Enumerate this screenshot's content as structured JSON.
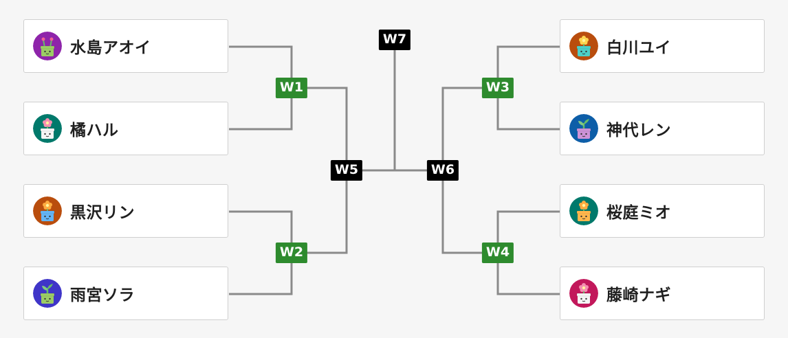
{
  "players": [
    {
      "name": "水島アオイ",
      "avatar_bg": "#8e24aa",
      "pot_color": "#9ccc65",
      "plant": "antenna"
    },
    {
      "name": "橘ハル",
      "avatar_bg": "#00796b",
      "pot_color": "#f5f5f5",
      "plant": "flower-pink"
    },
    {
      "name": "黒沢リン",
      "avatar_bg": "#b94d0d",
      "pot_color": "#64b5f6",
      "plant": "flower-orange"
    },
    {
      "name": "雨宮ソラ",
      "avatar_bg": "#3f35c8",
      "pot_color": "#9ccc65",
      "plant": "sprout"
    },
    {
      "name": "白川ユイ",
      "avatar_bg": "#b94d0d",
      "pot_color": "#4dd0c8",
      "plant": "flower-yellow"
    },
    {
      "name": "神代レン",
      "avatar_bg": "#0d5ea8",
      "pot_color": "#ce93d8",
      "plant": "sprout"
    },
    {
      "name": "桜庭ミオ",
      "avatar_bg": "#00796b",
      "pot_color": "#ffb74d",
      "plant": "flower-orange"
    },
    {
      "name": "藤崎ナギ",
      "avatar_bg": "#c2185b",
      "pot_color": "#f5f5f5",
      "plant": "flower-pink"
    }
  ],
  "matches": [
    {
      "label": "W1",
      "style": "green"
    },
    {
      "label": "W2",
      "style": "green"
    },
    {
      "label": "W3",
      "style": "green"
    },
    {
      "label": "W4",
      "style": "green"
    },
    {
      "label": "W5",
      "style": "black"
    },
    {
      "label": "W6",
      "style": "black"
    },
    {
      "label": "W7",
      "style": "black"
    }
  ],
  "colors": {
    "line": "#8a8a8a",
    "green_badge": "#2e8b2e",
    "black_badge": "#000000"
  }
}
